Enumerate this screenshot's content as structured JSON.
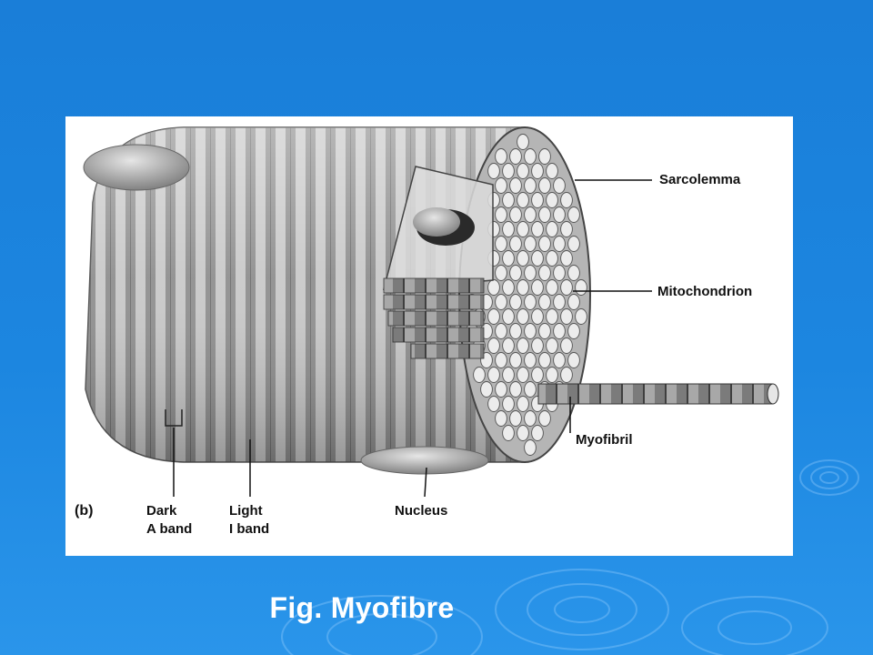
{
  "panel_tag": "(b)",
  "labels": {
    "sarcolemma": "Sarcolemma",
    "mitochondrion": "Mitochondrion",
    "myofibril": "Myofibril",
    "nucleus": "Nucleus",
    "dark_band": [
      "Dark",
      "A band"
    ],
    "light_band": [
      "Light",
      "I band"
    ]
  },
  "caption": "Fig. Myofibre",
  "colors": {
    "background": "#1c86e0",
    "panel": "#ffffff",
    "fibre_light": "#cfcfcf",
    "fibre_dark": "#8a8a8a",
    "caption": "#ffffff"
  }
}
